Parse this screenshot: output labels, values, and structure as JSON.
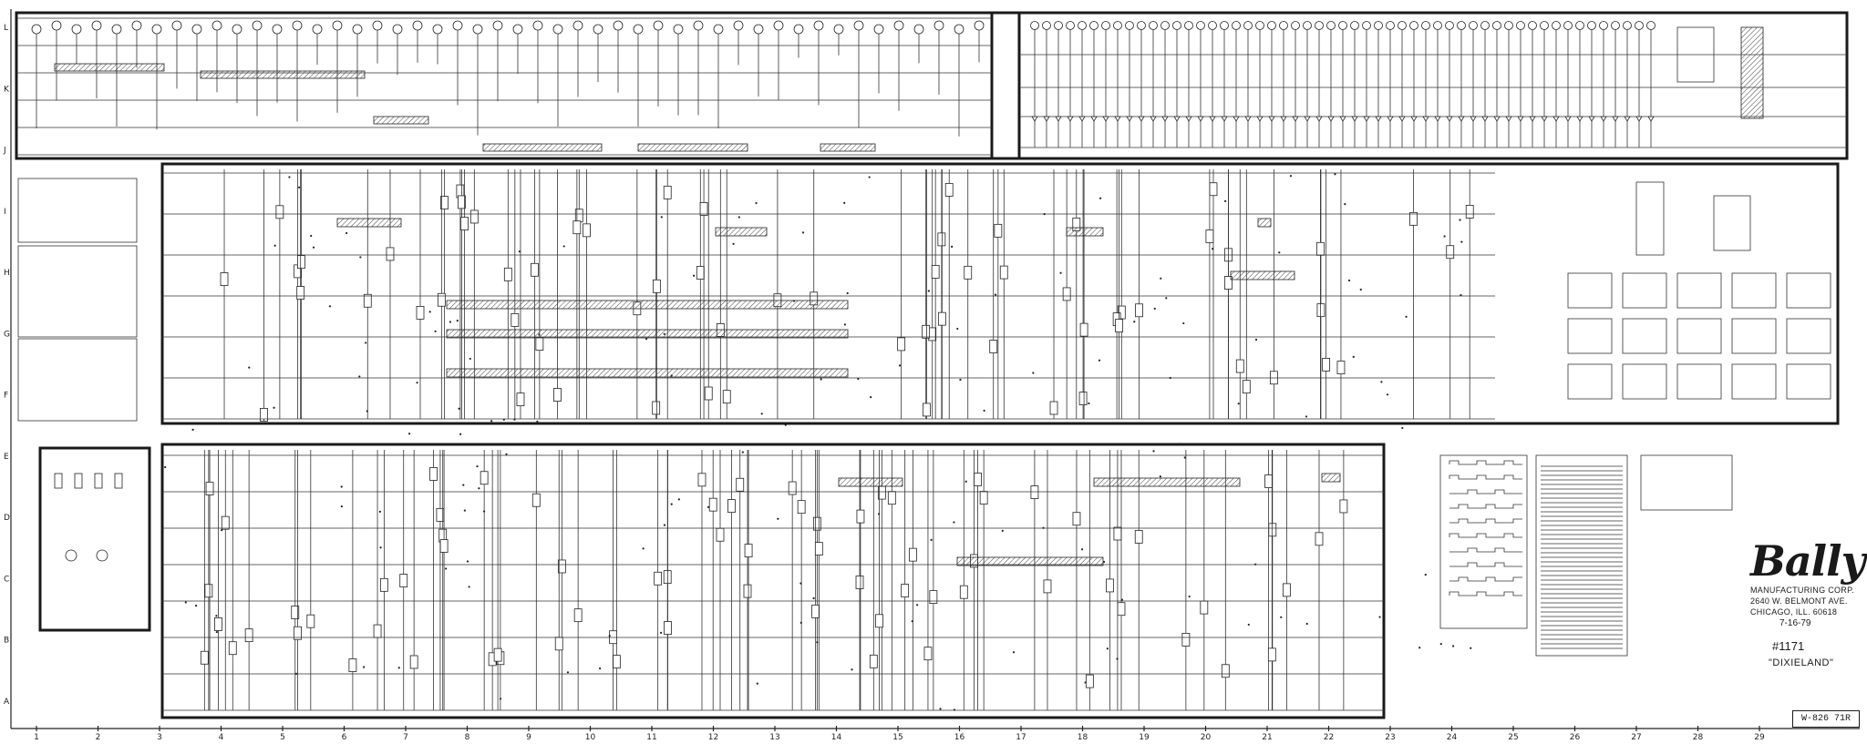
{
  "brand": {
    "logo": "Bally",
    "company": "MANUFACTURING CORP.",
    "address": "2640 W. BELMONT AVE.",
    "city": "CHICAGO, ILL. 60618",
    "date": "7-16-79"
  },
  "game": {
    "number": "#1171",
    "name": "\"DIXIELAND\""
  },
  "drawing_number": "W-826 71R",
  "grid": {
    "columns": [
      "1",
      "2",
      "3",
      "4",
      "5",
      "6",
      "7",
      "8",
      "9",
      "10",
      "11",
      "12",
      "13",
      "14",
      "15",
      "16",
      "17",
      "18",
      "19",
      "20",
      "21",
      "22",
      "23",
      "24",
      "25",
      "26",
      "27",
      "28",
      "29"
    ],
    "rows": [
      "L",
      "K",
      "J",
      "I",
      "H",
      "G",
      "F",
      "E",
      "D",
      "C",
      "B",
      "A"
    ]
  }
}
